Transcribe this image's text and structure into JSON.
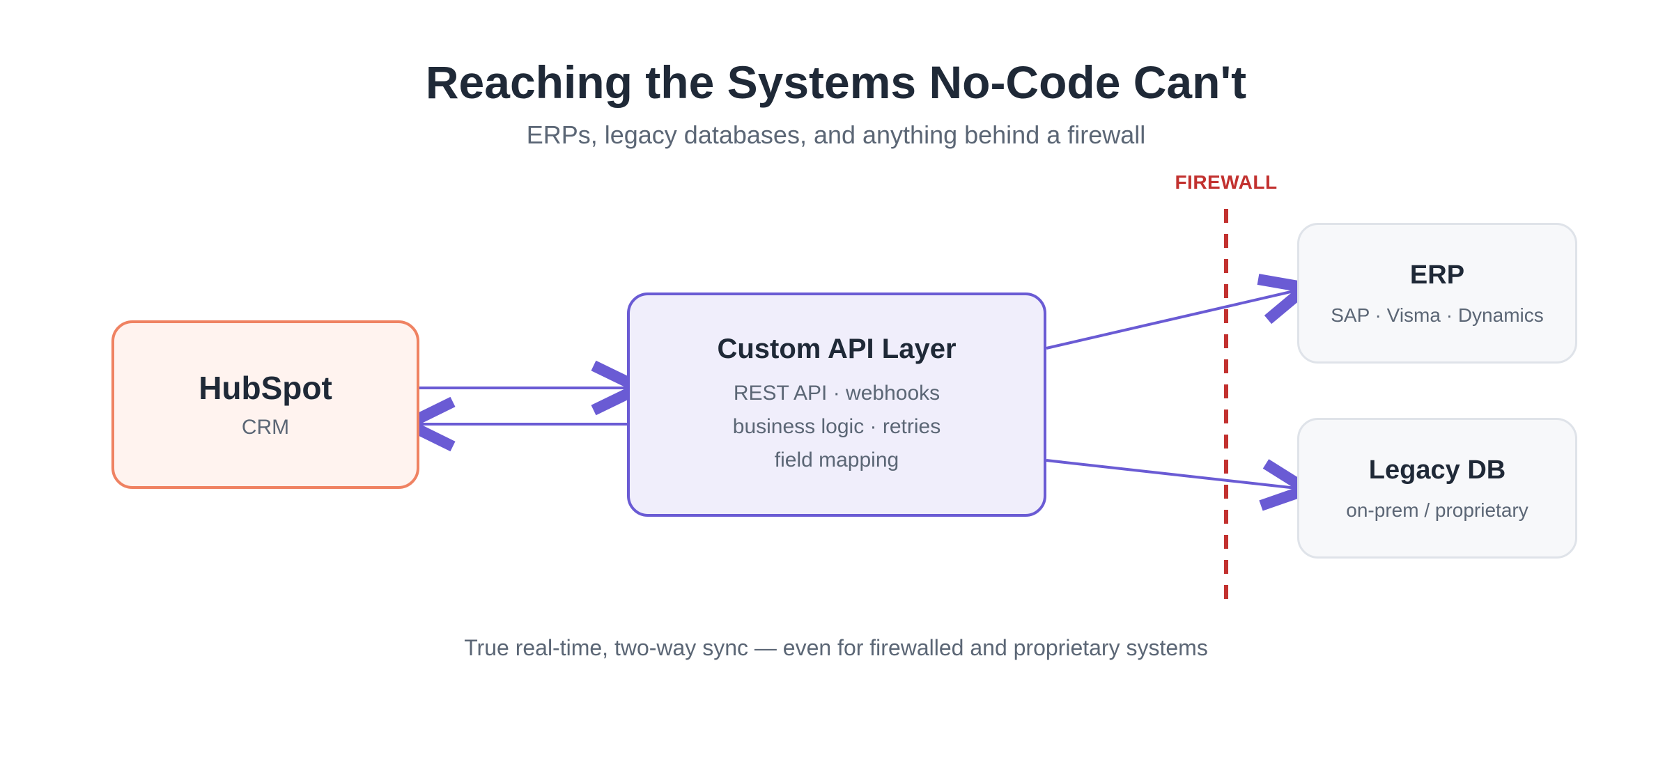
{
  "header": {
    "title": "Reaching the Systems No-Code Can't",
    "subtitle": "ERPs, legacy databases, and anything behind a firewall"
  },
  "firewall": {
    "label": "FIREWALL",
    "color": "#c2312f"
  },
  "nodes": {
    "hubspot": {
      "title": "HubSpot",
      "subtitle": "CRM",
      "border": "#ef8262",
      "fill": "#fff3ef"
    },
    "api": {
      "title": "Custom API Layer",
      "lines": [
        "REST API · webhooks",
        "business logic · retries",
        "field mapping"
      ],
      "border": "#6a5bd4",
      "fill": "#f0eefb"
    },
    "erp": {
      "title": "ERP",
      "subtitle": "SAP · Visma · Dynamics"
    },
    "legacy_db": {
      "title": "Legacy DB",
      "subtitle": "on-prem / proprietary"
    }
  },
  "connector_color": "#6a5bd4",
  "footer": {
    "caption": "True real-time, two-way sync — even for firewalled and proprietary systems"
  }
}
